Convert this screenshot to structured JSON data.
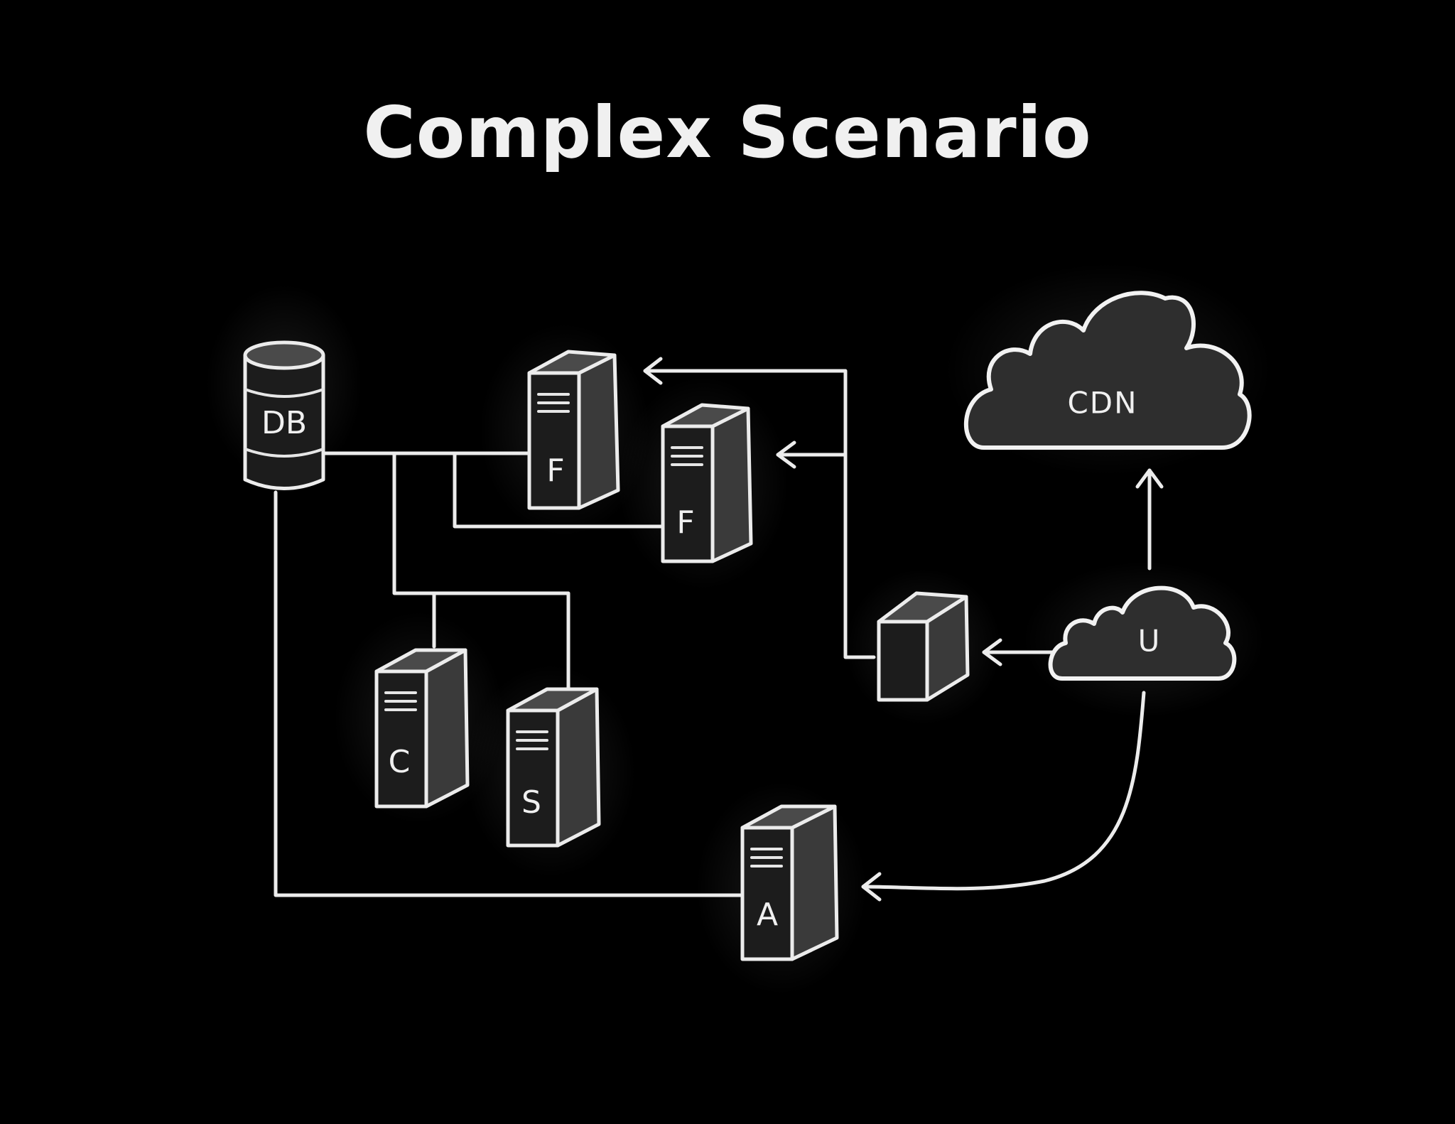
{
  "slide": {
    "title": "Complex Scenario",
    "background_color": "#000000",
    "chalk_color": "#ececec"
  },
  "nodes": {
    "db": {
      "label": "DB",
      "shape": "database-cylinder"
    },
    "server_f1": {
      "label": "F",
      "shape": "server-tower"
    },
    "server_f2": {
      "label": "F",
      "shape": "server-tower"
    },
    "server_c": {
      "label": "C",
      "shape": "server-tower"
    },
    "server_s": {
      "label": "S",
      "shape": "server-tower"
    },
    "server_a": {
      "label": "A",
      "shape": "server-tower"
    },
    "load_balancer": {
      "label": "",
      "shape": "cube"
    },
    "cdn": {
      "label": "CDN",
      "shape": "cloud"
    },
    "user": {
      "label": "U",
      "shape": "cloud"
    }
  },
  "edges": [
    {
      "from": "db",
      "to": "server_f1",
      "arrow": false
    },
    {
      "from": "db",
      "to": "server_f2",
      "arrow": false
    },
    {
      "from": "db",
      "to": "server_c",
      "arrow": false
    },
    {
      "from": "db",
      "to": "server_s",
      "arrow": false
    },
    {
      "from": "db",
      "to": "server_a",
      "arrow": false
    },
    {
      "from": "load_balancer",
      "to": "server_f1",
      "arrow": true
    },
    {
      "from": "load_balancer",
      "to": "server_f2",
      "arrow": true
    },
    {
      "from": "user",
      "to": "load_balancer",
      "arrow": true
    },
    {
      "from": "user",
      "to": "cdn",
      "arrow": true
    },
    {
      "from": "user",
      "to": "server_a",
      "arrow": true
    }
  ]
}
